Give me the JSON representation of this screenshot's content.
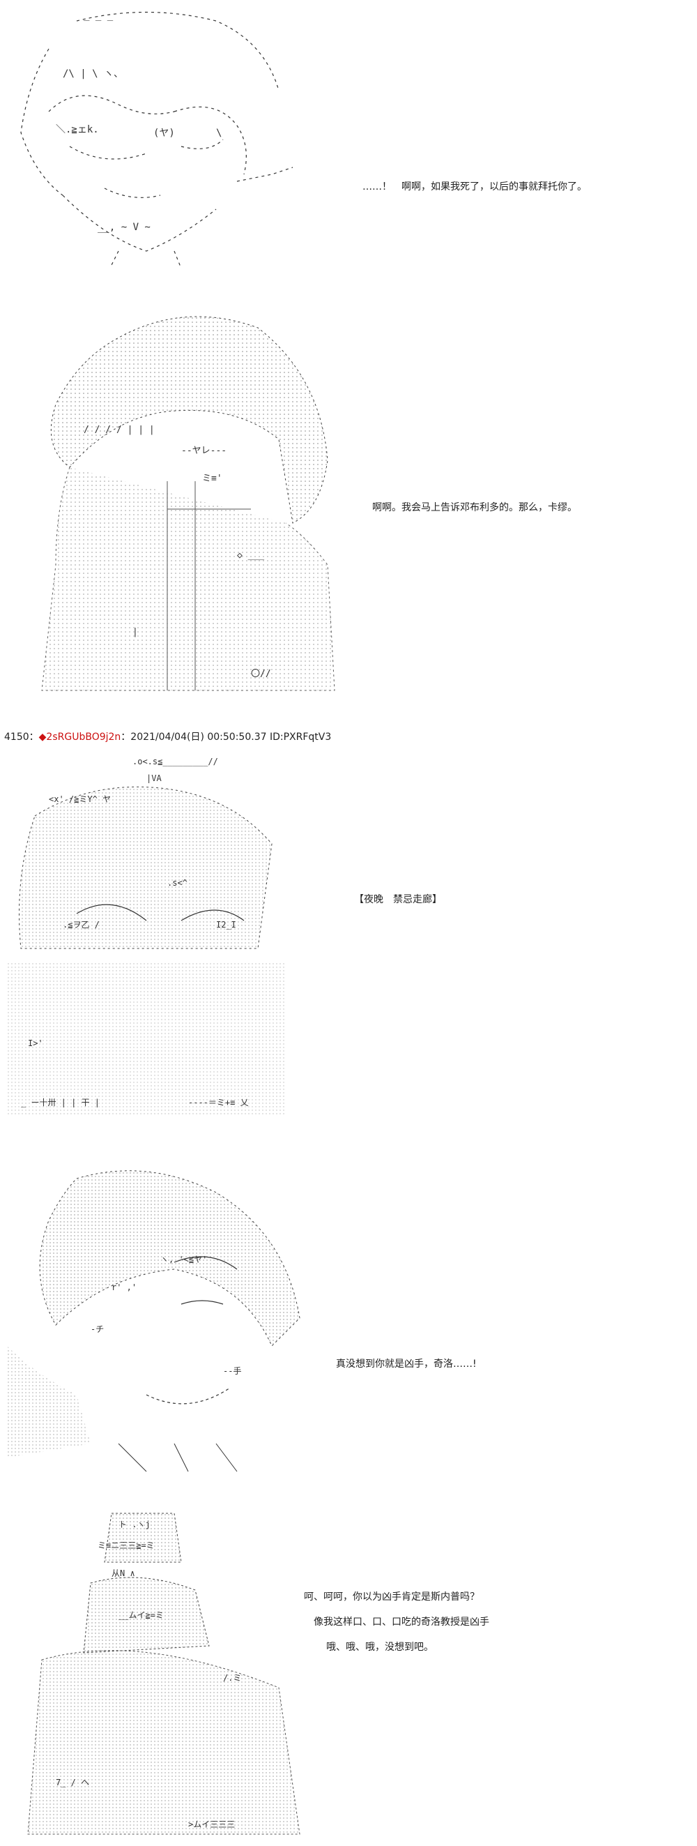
{
  "panels": [
    {
      "id": "panel-1",
      "character_icon": "short-haired-character-ascii-art",
      "speech": [
        "……！　啊啊，如果我死了，以后的事就拜托你了。"
      ]
    },
    {
      "id": "panel-2",
      "character_icon": "shadowed-character-ascii-art",
      "speech": [
        "啊啊。我会马上告诉邓布利多的。那么，卡缪。"
      ]
    },
    {
      "id": "panel-3",
      "post_header": {
        "post_number": "4150",
        "separator": "：",
        "diamond": "◆",
        "tripcode": "2sRGUbBO9j2n",
        "date_separator": "：",
        "datetime": "2021/04/04(日) 00:50:50.37",
        "id": "ID:PXRFqtV3"
      },
      "character_icon": "crowd-scene-ascii-art",
      "speech": [
        "【夜晚　禁忌走廊】"
      ]
    },
    {
      "id": "panel-4",
      "character_icon": "smiling-character-ascii-art",
      "speech": [
        "真没想到你就是凶手，奇洛……!"
      ]
    },
    {
      "id": "panel-5",
      "character_icon": "turbaned-character-ascii-art",
      "speech": [
        "呵、呵呵，你以为凶手肯定是斯内普吗？",
        "像我这样口、口、口吃的奇洛教授是凶手",
        "哦、哦、哦，没想到吧。"
      ]
    }
  ],
  "colors": {
    "text": "#222222",
    "tripcode": "#cc1111",
    "background": "#ffffff",
    "art_lines": "#333333",
    "art_dots": "#888888"
  }
}
